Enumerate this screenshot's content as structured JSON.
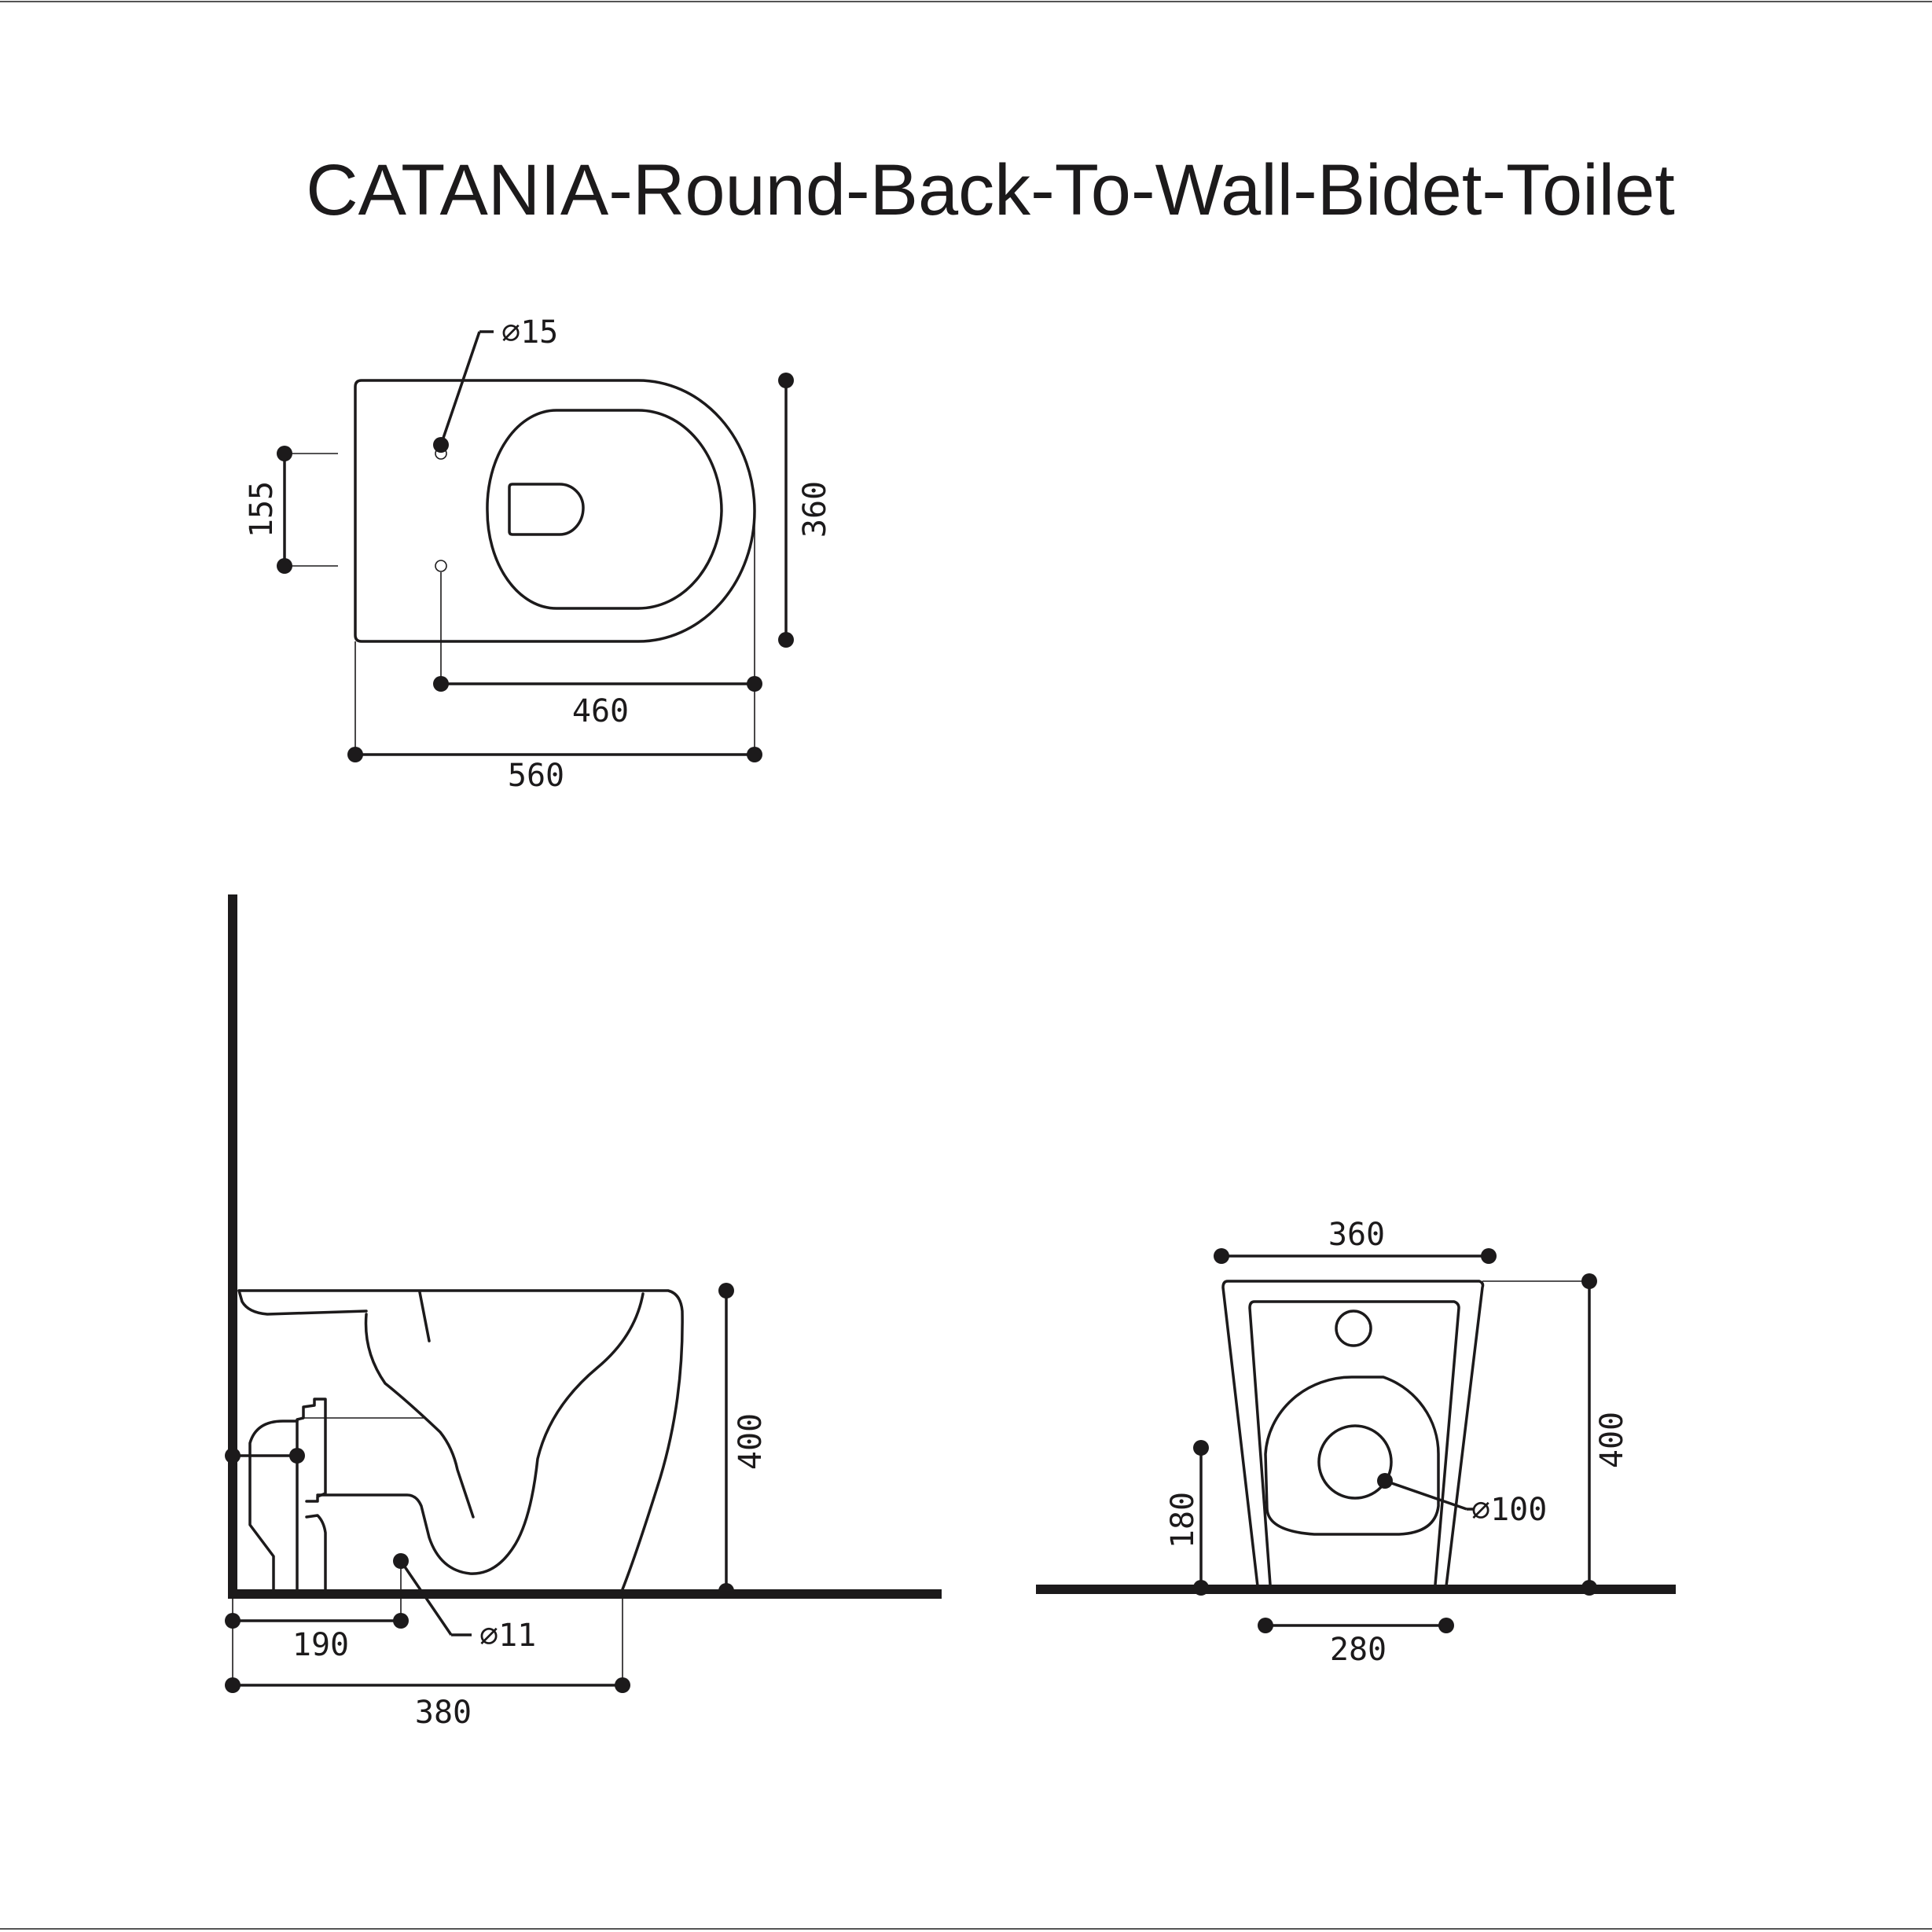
{
  "title": "CATANIA-Round-Back-To-Wall-Bidet-Toilet",
  "plan_view": {
    "diameter_hole": "∅15",
    "dim_hole_spacing": "155",
    "dim_depth": "360",
    "dim_inner_length": "460",
    "dim_total_length": "560"
  },
  "side_view": {
    "dim_height": "400",
    "dim_outlet_dia": "∅11",
    "dim_outlet_offset": "190",
    "dim_base_length": "380"
  },
  "front_view": {
    "dim_top_width": "360",
    "dim_height": "400",
    "dim_outlet_height": "180",
    "dim_base_width": "280",
    "dim_bowl_dia": "∅100"
  }
}
